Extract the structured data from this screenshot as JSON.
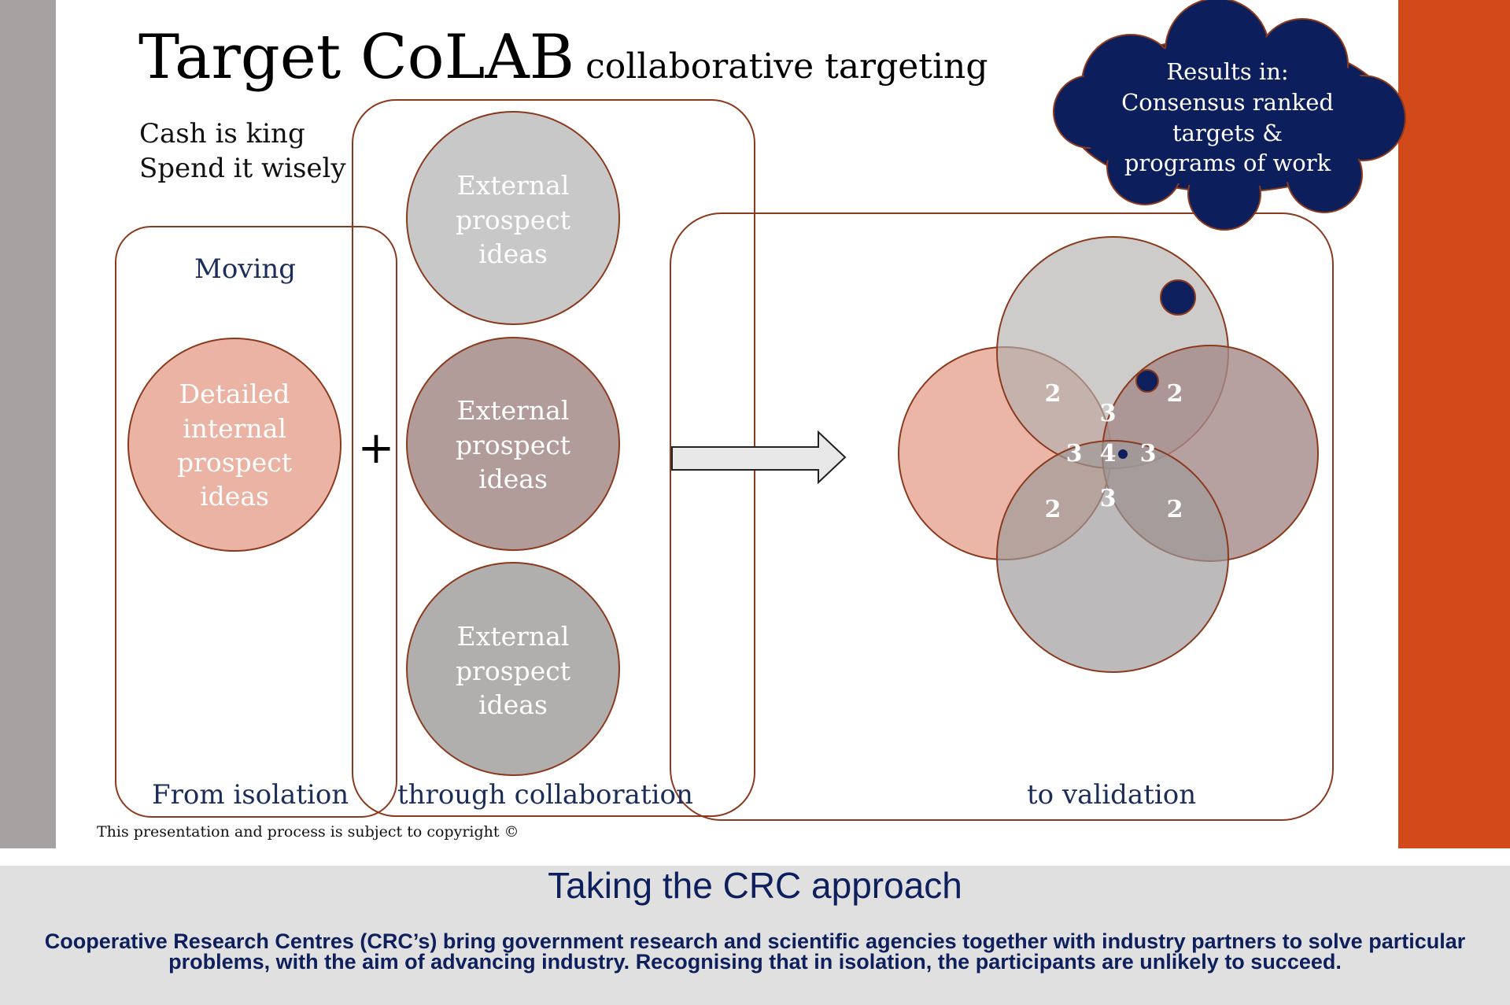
{
  "title": {
    "main": "Target CoLAB",
    "sub": "collaborative targeting"
  },
  "tagline": [
    "Cash is king",
    "Spend it wisely"
  ],
  "moving_label": "Moving",
  "internal_circle": {
    "lines": [
      "Detailed",
      "internal",
      "prospect",
      "ideas"
    ]
  },
  "external_circles": [
    {
      "lines": [
        "External",
        "prospect",
        "ideas"
      ]
    },
    {
      "lines": [
        "External",
        "prospect",
        "ideas"
      ]
    },
    {
      "lines": [
        "External",
        "prospect",
        "ideas"
      ]
    }
  ],
  "plus_sign": "+",
  "stages": {
    "isolation": "From isolation",
    "collaboration": "through collaboration",
    "validation": "to validation"
  },
  "results_cloud": {
    "lines": [
      "Results in:",
      "Consensus ranked",
      "targets &",
      "programs of work"
    ]
  },
  "venn_counts": [
    "2",
    "2",
    "2",
    "2",
    "3",
    "3",
    "3",
    "3",
    "4"
  ],
  "copyright": "This presentation and process is subject to copyright ©",
  "footer": {
    "title": "Taking the CRC approach",
    "text": "Cooperative Research Centres (CRC’s) bring government research and scientific agencies together with industry partners to solve particular problems, with the aim of advancing industry. Recognising that in isolation, the participants are unlikely to succeed."
  },
  "colors": {
    "accent_orange": "#d24a1a",
    "side_gray": "#a6a2a1",
    "navy": "#0d1f5c",
    "outline_brown": "#8b3a1e",
    "salmon": "#eab3a4",
    "mauve": "#b29c9a",
    "light_gray": "#c9c8c8",
    "mid_gray": "#b1afae"
  }
}
